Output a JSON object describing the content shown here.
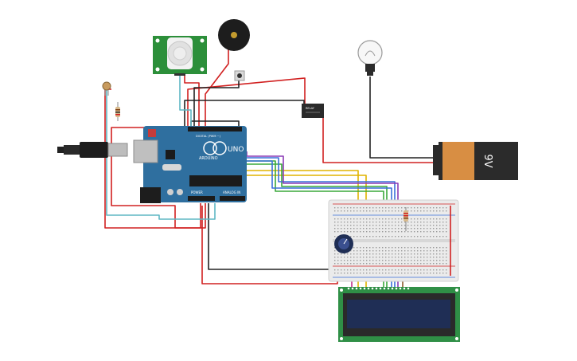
{
  "arduino": {
    "brand_label": "ARDUINO",
    "model_label": "UNO",
    "digital_label": "DIGITAL (PWM ~)",
    "power_label": "POWER",
    "analog_label": "ANALOG IN"
  },
  "battery": {
    "label": "9V"
  },
  "relay": {
    "label": "RELAY"
  },
  "colors": {
    "arduino": "#2f6f9f",
    "breadboard": "#ebebeb",
    "lcd_board": "#2f8f46",
    "lcd_screen": "#1f2e55",
    "pir_board": "#2c8f3a",
    "battery_body": "#d88e43",
    "battery_cap": "#2b2b2b",
    "wire_red": "#d12020",
    "wire_black": "#222222",
    "wire_teal": "#5fb7c4",
    "wire_yellow": "#e0b400",
    "wire_green": "#3aa83a",
    "wire_blue": "#3a6fd8",
    "wire_purple": "#8a3ab5",
    "wire_brown": "#8a5a2b"
  }
}
